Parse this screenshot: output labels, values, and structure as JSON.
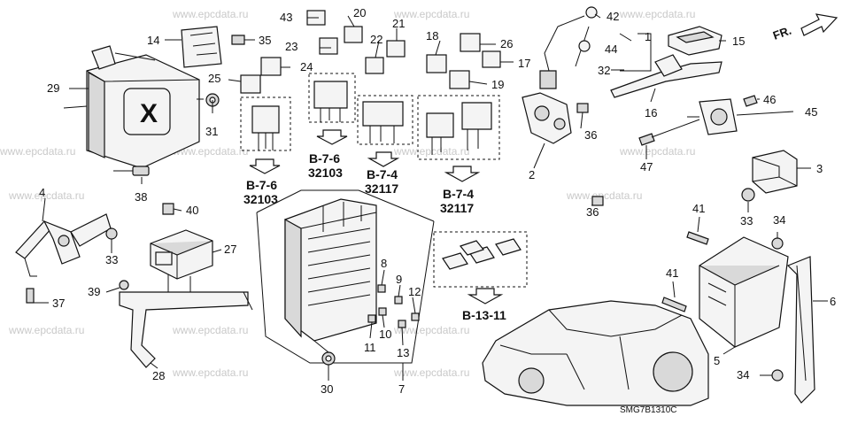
{
  "watermark": "www.epcdata.ru",
  "diagram_code": "SMG7B1310C",
  "orientation": "FR.",
  "refs": {
    "b76_a": "B-7-6",
    "n32103_a": "32103",
    "b76_b": "B-7-6",
    "n32103_b": "32103",
    "b74_a": "B-7-4",
    "n32117_a": "32117",
    "b74_b": "B-7-4",
    "n32117_b": "32117",
    "b1311": "B-13-11"
  },
  "callouts": {
    "c1": "1",
    "c2": "2",
    "c3": "3",
    "c4": "4",
    "c5": "5",
    "c6": "6",
    "c7": "7",
    "c8": "8",
    "c9": "9",
    "c10": "10",
    "c11": "11",
    "c12": "12",
    "c13": "13",
    "c14": "14",
    "c15": "15",
    "c16": "16",
    "c17": "17",
    "c18": "18",
    "c19": "19",
    "c20": "20",
    "c21": "21",
    "c22": "22",
    "c23": "23",
    "c24": "24",
    "c25": "25",
    "c26": "26",
    "c27": "27",
    "c28": "28",
    "c29": "29",
    "c30": "30",
    "c31": "31",
    "c32": "32",
    "c33a": "33",
    "c33b": "33",
    "c34a": "34",
    "c34b": "34",
    "c35": "35",
    "c36a": "36",
    "c36b": "36",
    "c37": "37",
    "c38": "38",
    "c39": "39",
    "c40": "40",
    "c41a": "41",
    "c41b": "41",
    "c42": "42",
    "c43": "43",
    "c44": "44",
    "c45": "45",
    "c46": "46",
    "c47": "47"
  }
}
